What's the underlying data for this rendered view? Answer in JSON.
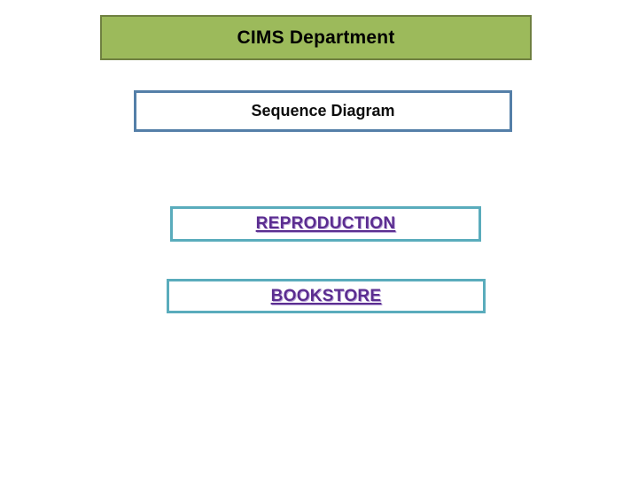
{
  "slide": {
    "background_color": "#ffffff",
    "banner": {
      "title": "CIMS Department",
      "fill_color": "#9cba5b",
      "border_color": "#6f8040",
      "text_color": "#000000"
    },
    "subtitle": {
      "label": "Sequence Diagram",
      "border_color": "#547fa8",
      "fill_color": "#ffffff",
      "text_color": "#0d0d0d"
    },
    "actors": [
      {
        "label": "REPRODUCTION",
        "border_color": "#5aacbc",
        "fill_color": "#ffffff",
        "text_color": "#5b2d90"
      },
      {
        "label": "BOOKSTORE",
        "border_color": "#5aacbc",
        "fill_color": "#ffffff",
        "text_color": "#5b2d90"
      }
    ]
  }
}
